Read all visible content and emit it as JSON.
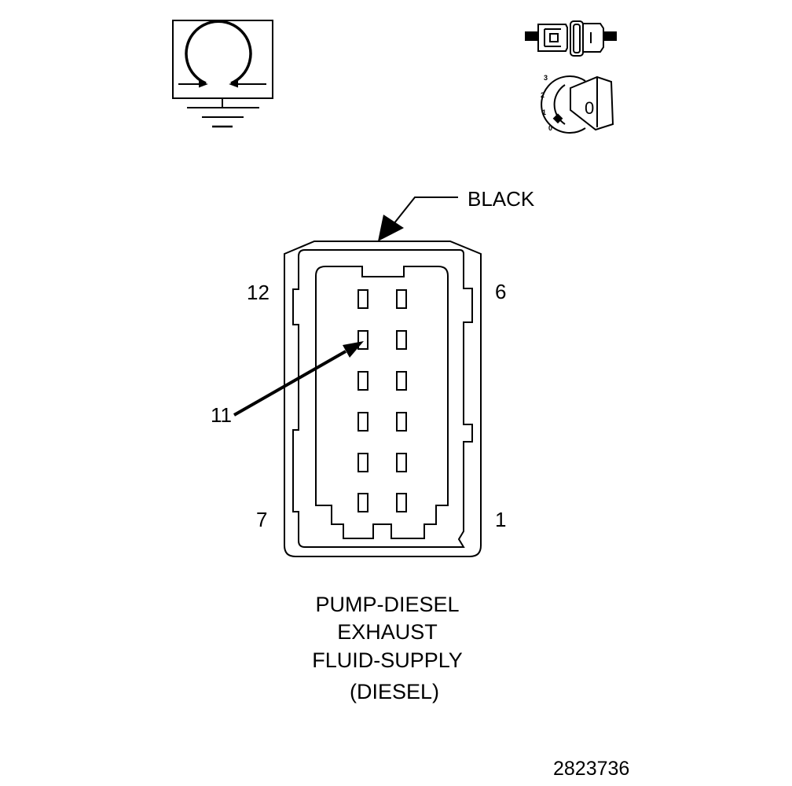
{
  "connector": {
    "color_label": "BLACK",
    "color_hex": "#000000",
    "pin_labels": {
      "top_left": "12",
      "top_right": "6",
      "bottom_left": "7",
      "bottom_right": "1"
    },
    "callout_pin": "11",
    "rows": 6,
    "columns": 2
  },
  "title_lines": [
    "PUMP-DIESEL",
    "EXHAUST",
    "FLUID-SUPPLY",
    "(DIESEL)"
  ],
  "ignition_switch": {
    "positions": [
      "3",
      "2",
      "1",
      "0"
    ],
    "key_label": "0"
  },
  "reference_number": "2823736",
  "icons": {
    "ground": "ground-icon",
    "connector_plug": "connector-plug-icon",
    "ignition": "ignition-key-icon"
  }
}
